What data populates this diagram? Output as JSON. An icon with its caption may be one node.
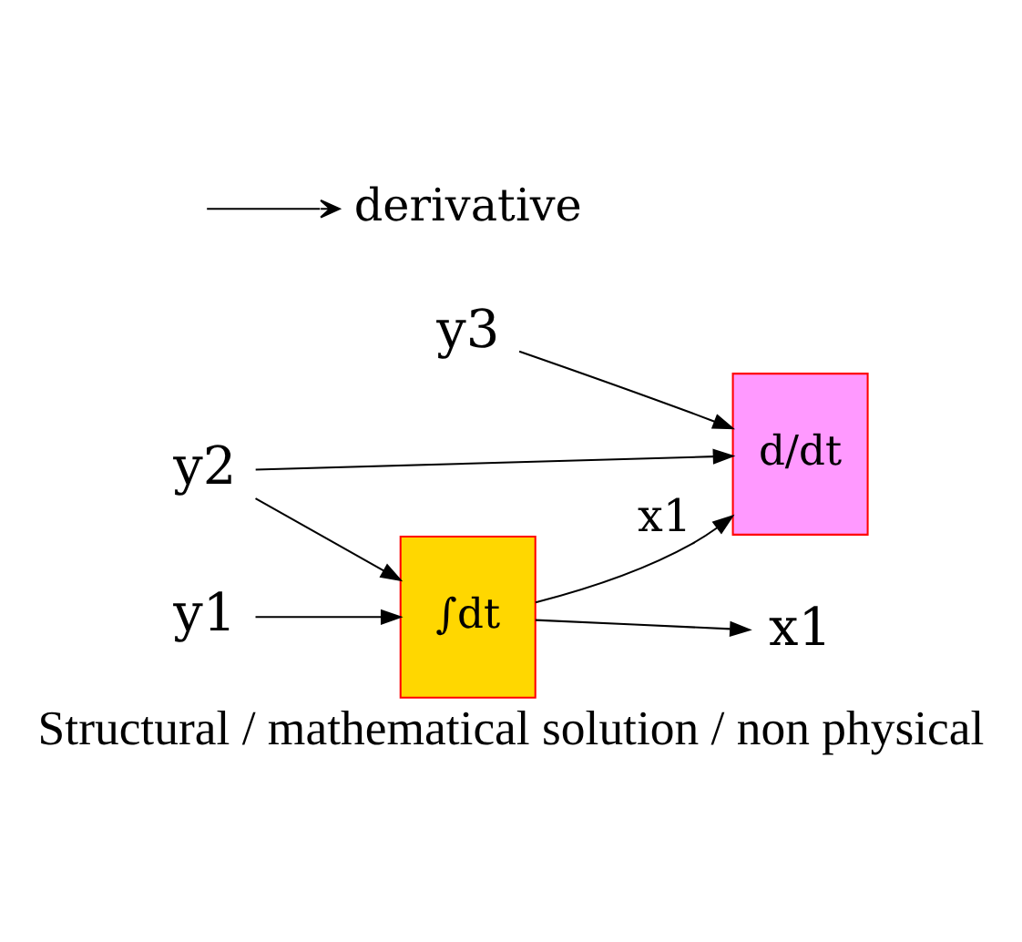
{
  "diagram": {
    "caption": "Structural / mathematical solution / non physical",
    "nodes": [
      {
        "text": [
          "∫dt"
        ]
      },
      {
        "text": [
          "d/dt"
        ]
      },
      {
        "text": [
          "y1"
        ]
      },
      {
        "text": [
          "y2"
        ]
      },
      {
        "text": [
          "y3"
        ]
      },
      {
        "text": [
          "x1"
        ]
      },
      {
        "text": [
          "derivative"
        ]
      }
    ],
    "edges": [
      {
        "from": 2,
        "to": 0,
        "arrow": "to"
      },
      {
        "from": 3,
        "to": 0,
        "arrow": "to"
      },
      {
        "from": 0,
        "to": 1,
        "arrow": "to",
        "label": "x1"
      },
      {
        "from": 3,
        "to": 1,
        "arrow": "to"
      },
      {
        "from": 0,
        "to": 5,
        "arrow": "to"
      },
      {
        "from": 4,
        "to": 1,
        "arrow": "to"
      },
      {
        "from": null,
        "to": 6,
        "arrow": "to"
      }
    ]
  }
}
